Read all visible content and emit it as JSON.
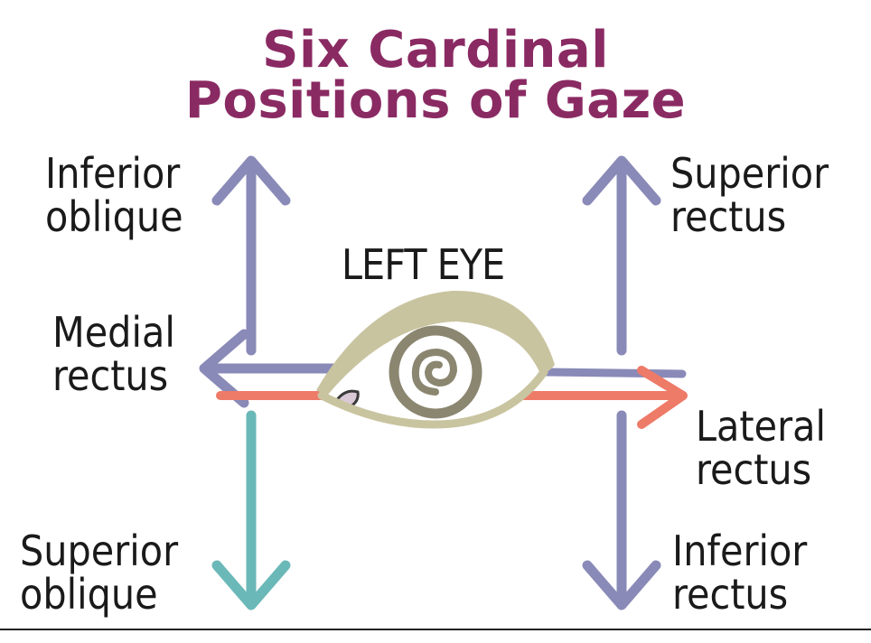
{
  "title": {
    "line1": "Six Cardinal",
    "line2": "Positions of Gaze"
  },
  "eye_caption": "LEFT EYE",
  "labels": {
    "inferior_oblique": [
      "Inferior",
      "oblique"
    ],
    "superior_rectus": [
      "Superior",
      "rectus"
    ],
    "medial_rectus": [
      "Medial",
      "rectus"
    ],
    "lateral_rectus": [
      "Lateral",
      "rectus"
    ],
    "superior_oblique": [
      "Superior",
      "oblique"
    ],
    "inferior_rectus": [
      "Inferior",
      "rectus"
    ]
  },
  "colors": {
    "title": "#8a2a63",
    "text": "#1a1a1a",
    "arrow_purple": "#8a8ab8",
    "arrow_salmon": "#ee7a68",
    "arrow_teal": "#6bb8b8",
    "eyelid": "#c9c4a0",
    "iris": "#8b8670",
    "caruncle": "#d9c8d6"
  }
}
